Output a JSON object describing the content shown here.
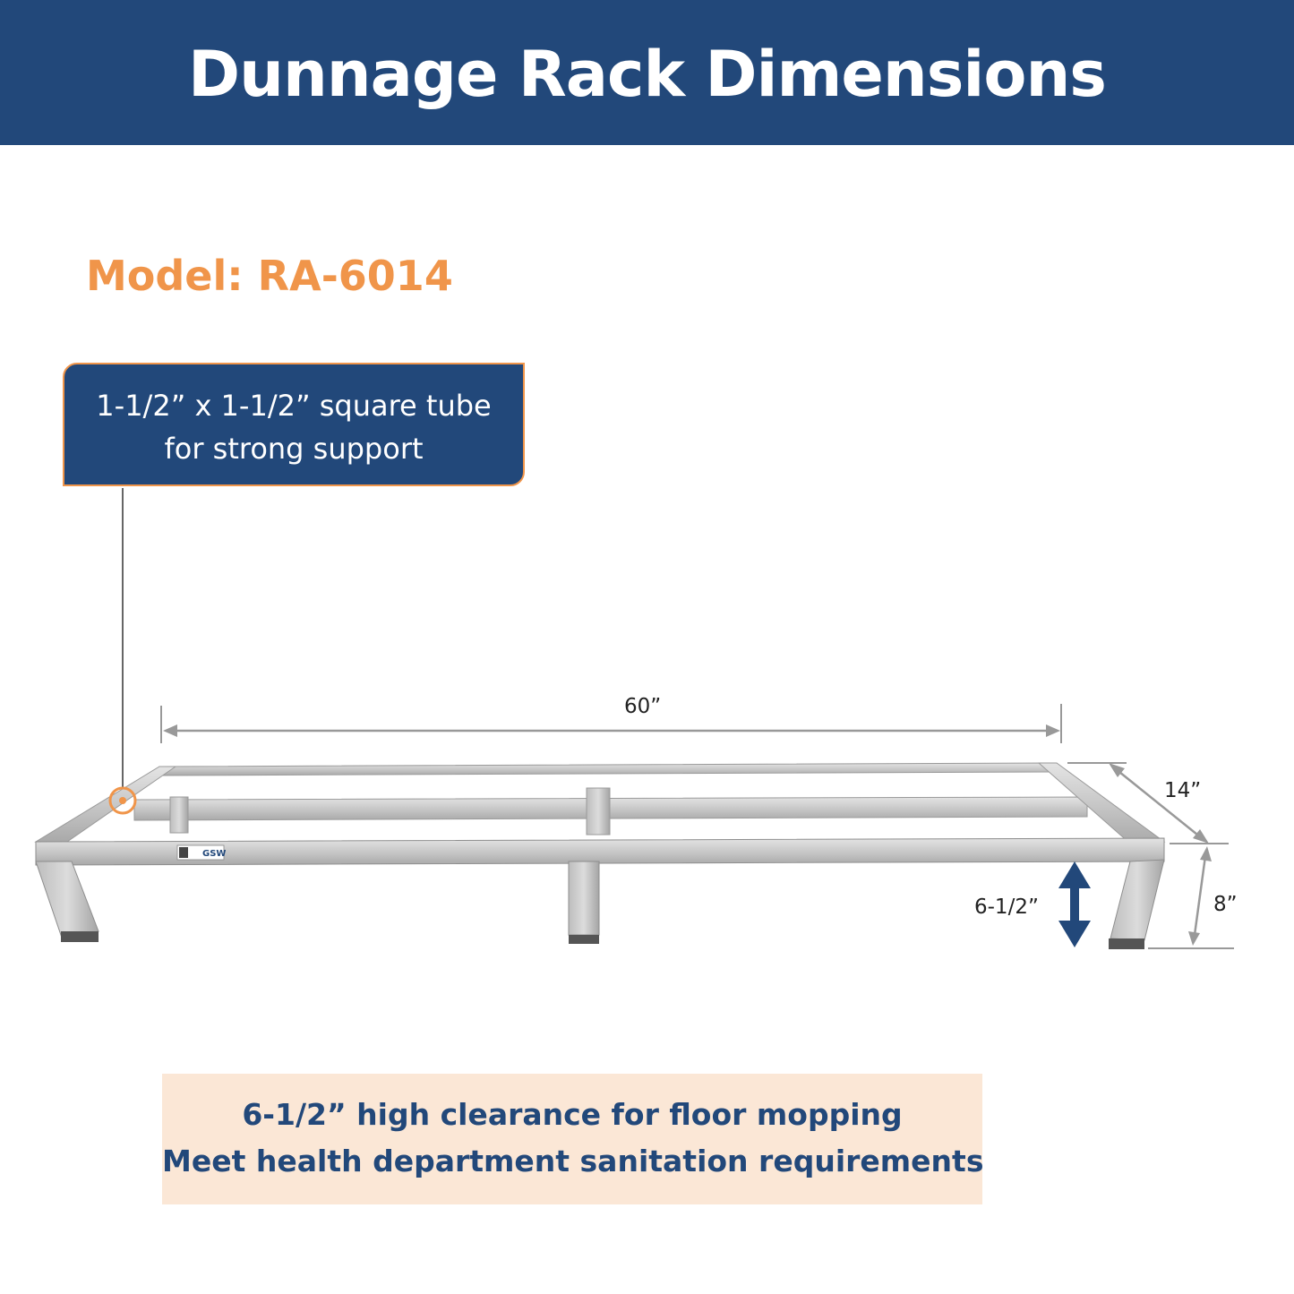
{
  "header": {
    "title": "Dunnage Rack Dimensions"
  },
  "model": {
    "label": "Model: RA-6014"
  },
  "callout": {
    "line1": "1-1/2” x 1-1/2” square tube",
    "line2": "for strong support"
  },
  "dimensions": {
    "length": "60”",
    "depth": "14”",
    "height": "8”",
    "clearance": "6-1/2”"
  },
  "product_label": "GSW",
  "note": {
    "line1": "6-1/2” high clearance for floor mopping",
    "line2": "Meet health department sanitation requirements"
  },
  "colors": {
    "banner": "#22487a",
    "accent": "#f0954a",
    "note_bg": "#fbe7d6"
  }
}
